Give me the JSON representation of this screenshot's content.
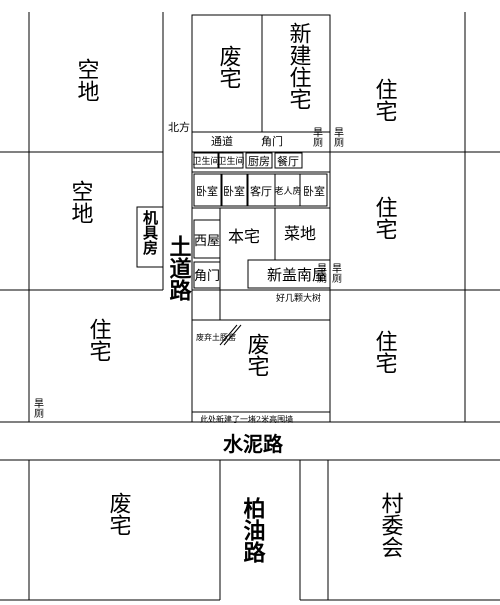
{
  "labels": {
    "empty_lot_top": "空地",
    "abandoned_top": "废宅",
    "new_house": "新建住宅",
    "house_top_right": "住宅",
    "north": "北方",
    "passage": "通道",
    "corner_gate_top": "角门",
    "dry_toilet_a": "旱厕",
    "dry_toilet_b": "旱厕",
    "empty_lot_left": "空地",
    "machine_room": "机具房",
    "bath_1": "卫生间",
    "bath_2": "卫生间",
    "kitchen": "厨房",
    "dining": "餐厅",
    "bedroom_1": "卧室",
    "bedroom_2": "卧室",
    "living_room": "客厅",
    "elder_room": "老人房",
    "bedroom_3": "卧室",
    "house_right_mid": "住宅",
    "west_room": "西屋",
    "main_house": "本宅",
    "vegetable_plot": "菜地",
    "dirt_road": "土道路",
    "corner_gate_bottom": "角门",
    "new_south_room": "新盖南屋",
    "dry_toilet_c": "旱厕",
    "dry_toilet_d": "旱厕",
    "big_tree": "好几颗大树",
    "house_left_bottom": "住宅",
    "abandoned_earth_cellar": "废弃土豚窑",
    "abandoned_mid": "废宅",
    "house_right_bottom": "住宅",
    "dry_toilet_e": "旱厕",
    "new_wall_note": "此处新建了一堵2米高围墙",
    "cement_road": "水泥路",
    "abandoned_bottom": "废宅",
    "asphalt_road": "柏油路",
    "village_committee": "村委会"
  }
}
